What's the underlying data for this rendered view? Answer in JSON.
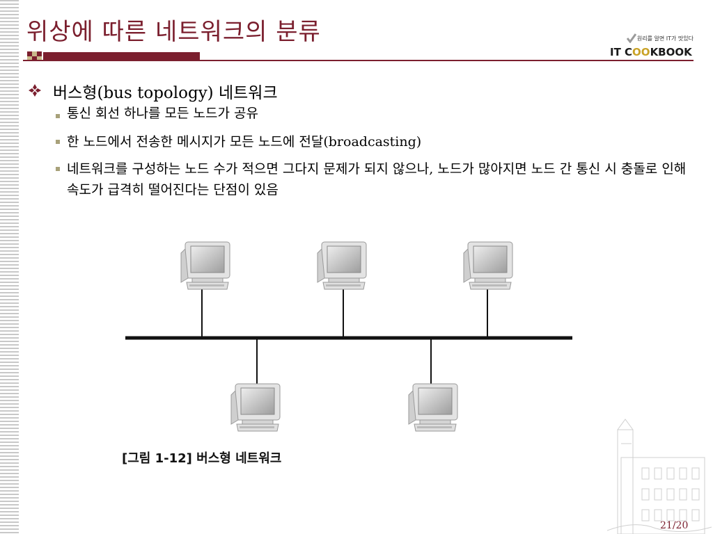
{
  "slide": {
    "title": "위상에 따른 네트워크의 분류",
    "brand_tagline": "원리를 알면 IT가 맛있다",
    "brand_logo_prefix": "IT C",
    "brand_logo_oo": "OO",
    "brand_logo_suffix": "KBOOK",
    "accent_color": "#7b1f2e",
    "page_number": "21/20"
  },
  "content": {
    "main_bullet": "버스형(bus topology) 네트워크",
    "sub_bullets": [
      "통신 회선 하나를 모든 노드가 공유",
      "한 노드에서 전송한 메시지가 모든 노드에 전달(broadcasting)",
      "네트워크를 구성하는 노드 수가 적으면 그다지 문제가 되지 않으나, 노드가 많아지면 노드 간 통신 시 충돌로 인해 속도가 급격히 떨어진다는 단점이 있음"
    ]
  },
  "figure": {
    "caption": "[그림 1-12] 버스형 네트워크",
    "icons": [
      "computer-icon",
      "bus-line",
      "building-illustration"
    ]
  }
}
